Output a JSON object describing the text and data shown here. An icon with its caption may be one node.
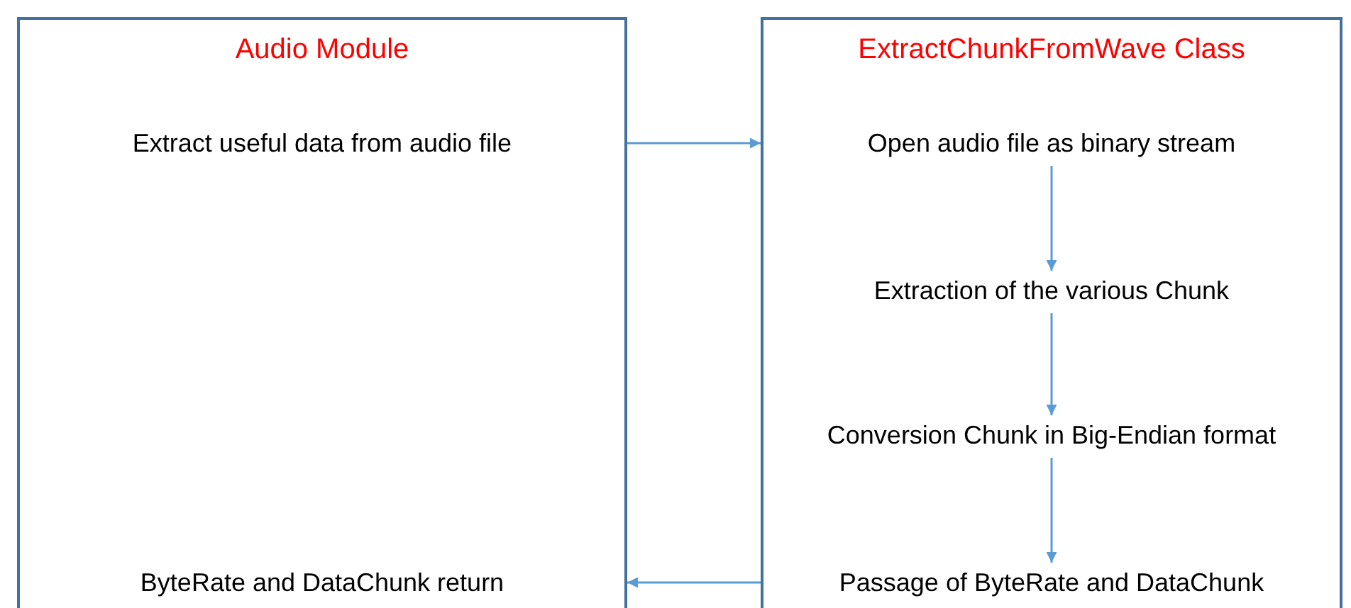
{
  "diagram": {
    "nodes": [
      {
        "text": [
          "Audio Module"
        ]
      },
      {
        "text": [
          "Extract useful data from audio file"
        ],
        "in": 0
      },
      {
        "text": [
          "ByteRate and DataChunk return"
        ],
        "in": 0
      },
      {
        "text": [
          "ExtractChunkFromWave Class"
        ]
      },
      {
        "text": [
          "Open audio file as binary stream"
        ],
        "in": 3
      },
      {
        "text": [
          "Extraction of the various Chunk"
        ],
        "in": 3
      },
      {
        "text": [
          "Conversion Chunk in Big-Endian format"
        ],
        "in": 3
      },
      {
        "text": [
          "Passage of ByteRate and DataChunk"
        ],
        "in": 3
      }
    ],
    "edges": [
      {
        "from": 0,
        "to": 3,
        "arrow": "to"
      },
      {
        "from": 4,
        "to": 5,
        "arrow": "to"
      },
      {
        "from": 5,
        "to": 6,
        "arrow": "to"
      },
      {
        "from": 6,
        "to": 7,
        "arrow": "to"
      },
      {
        "from": 3,
        "to": 0,
        "arrow": "to"
      }
    ]
  }
}
